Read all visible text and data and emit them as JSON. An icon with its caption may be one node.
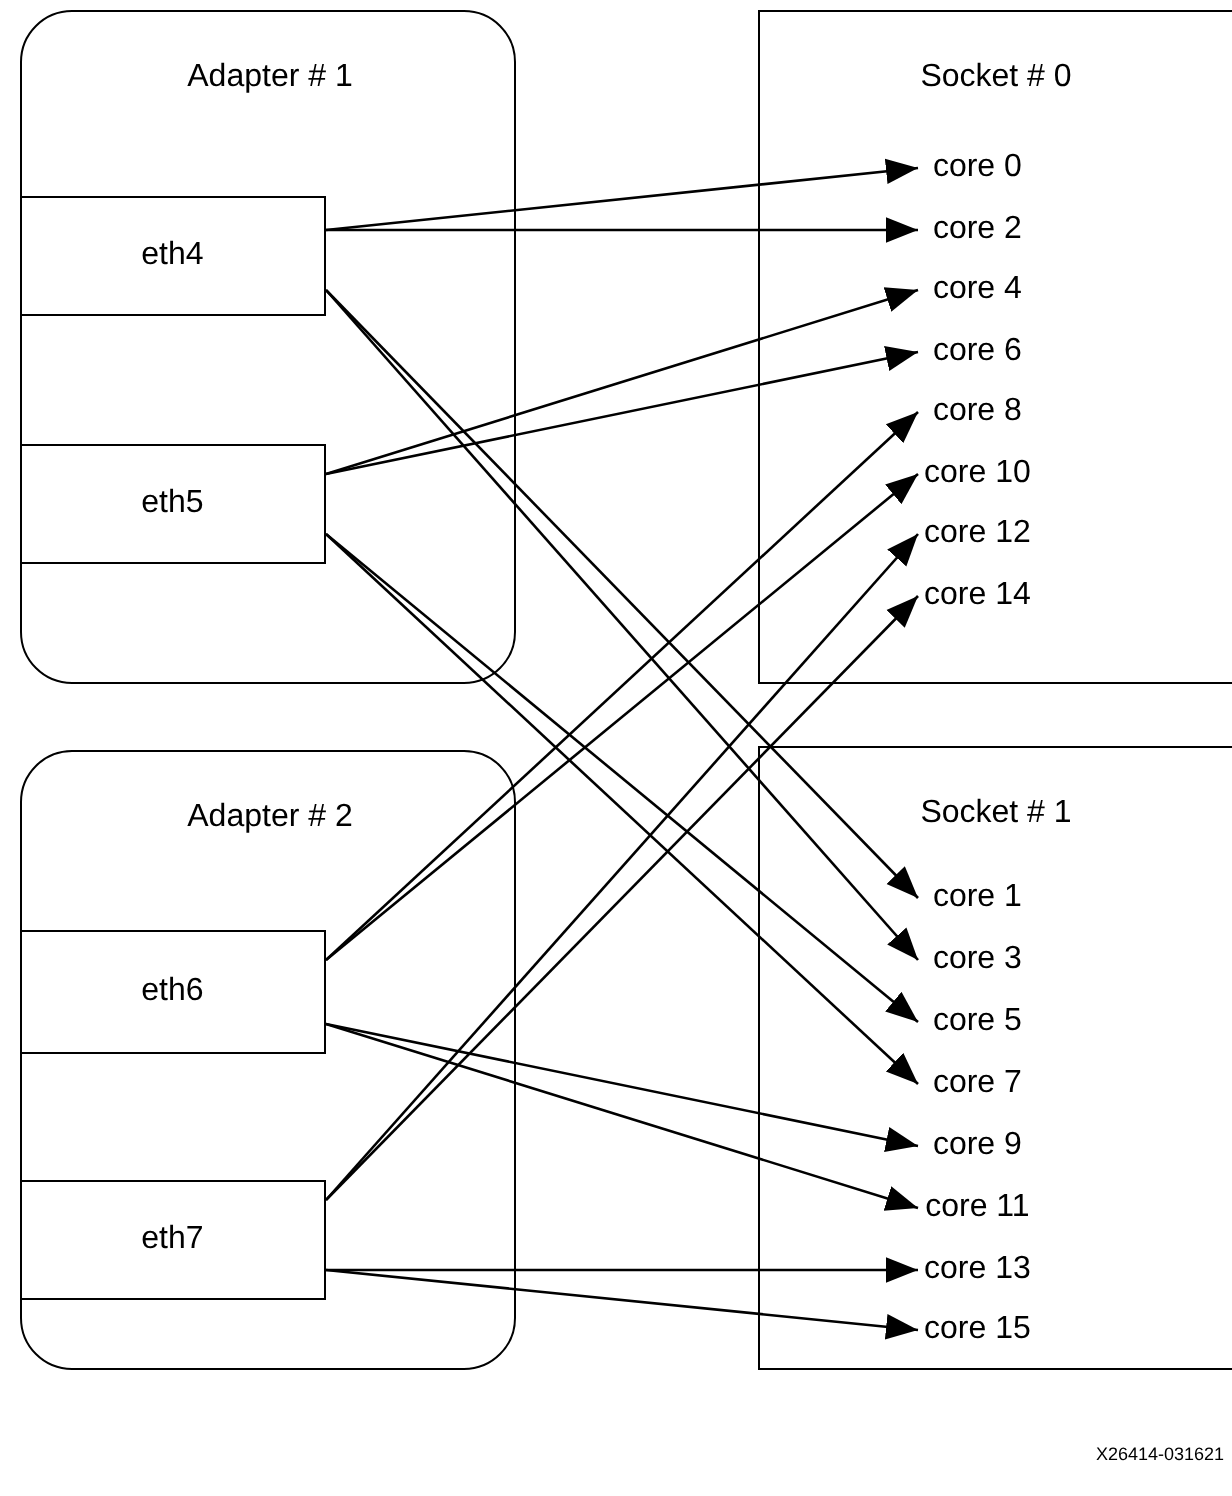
{
  "diagram": {
    "nodes": [
      {
        "text": [
          "Adapter # 1"
        ]
      },
      {
        "text": [
          "eth4"
        ],
        "in": 0
      },
      {
        "text": [
          "eth5"
        ],
        "in": 0
      },
      {
        "text": [
          "Adapter # 2"
        ]
      },
      {
        "text": [
          "eth6"
        ],
        "in": 3
      },
      {
        "text": [
          "eth7"
        ],
        "in": 3
      },
      {
        "text": [
          "Socket # 0"
        ]
      },
      {
        "text": [
          "core 0"
        ],
        "in": 6
      },
      {
        "text": [
          "core 2"
        ],
        "in": 6
      },
      {
        "text": [
          "core 4"
        ],
        "in": 6
      },
      {
        "text": [
          "core 6"
        ],
        "in": 6
      },
      {
        "text": [
          "core 8"
        ],
        "in": 6
      },
      {
        "text": [
          "core 10"
        ],
        "in": 6
      },
      {
        "text": [
          "core 12"
        ],
        "in": 6
      },
      {
        "text": [
          "core 14"
        ],
        "in": 6
      },
      {
        "text": [
          "Socket # 1"
        ]
      },
      {
        "text": [
          "core 1"
        ],
        "in": 15
      },
      {
        "text": [
          "core 3"
        ],
        "in": 15
      },
      {
        "text": [
          "core 5"
        ],
        "in": 15
      },
      {
        "text": [
          "core 7"
        ],
        "in": 15
      },
      {
        "text": [
          "core 9"
        ],
        "in": 15
      },
      {
        "text": [
          "core 11"
        ],
        "in": 15
      },
      {
        "text": [
          "core 13"
        ],
        "in": 15
      },
      {
        "text": [
          "core 15"
        ],
        "in": 15
      }
    ],
    "edges": [
      {
        "from": 1,
        "to": 7,
        "arrow": "to"
      },
      {
        "from": 1,
        "to": 8,
        "arrow": "to"
      },
      {
        "from": 1,
        "to": 16,
        "arrow": "to"
      },
      {
        "from": 1,
        "to": 17,
        "arrow": "to"
      },
      {
        "from": 2,
        "to": 9,
        "arrow": "to"
      },
      {
        "from": 2,
        "to": 10,
        "arrow": "to"
      },
      {
        "from": 2,
        "to": 18,
        "arrow": "to"
      },
      {
        "from": 2,
        "to": 19,
        "arrow": "to"
      },
      {
        "from": 4,
        "to": 11,
        "arrow": "to"
      },
      {
        "from": 4,
        "to": 12,
        "arrow": "to"
      },
      {
        "from": 4,
        "to": 20,
        "arrow": "to"
      },
      {
        "from": 4,
        "to": 21,
        "arrow": "to"
      },
      {
        "from": 5,
        "to": 13,
        "arrow": "to"
      },
      {
        "from": 5,
        "to": 14,
        "arrow": "to"
      },
      {
        "from": 5,
        "to": 22,
        "arrow": "to"
      },
      {
        "from": 5,
        "to": 23,
        "arrow": "to"
      }
    ],
    "labels": [
      "X26414-031621"
    ]
  }
}
